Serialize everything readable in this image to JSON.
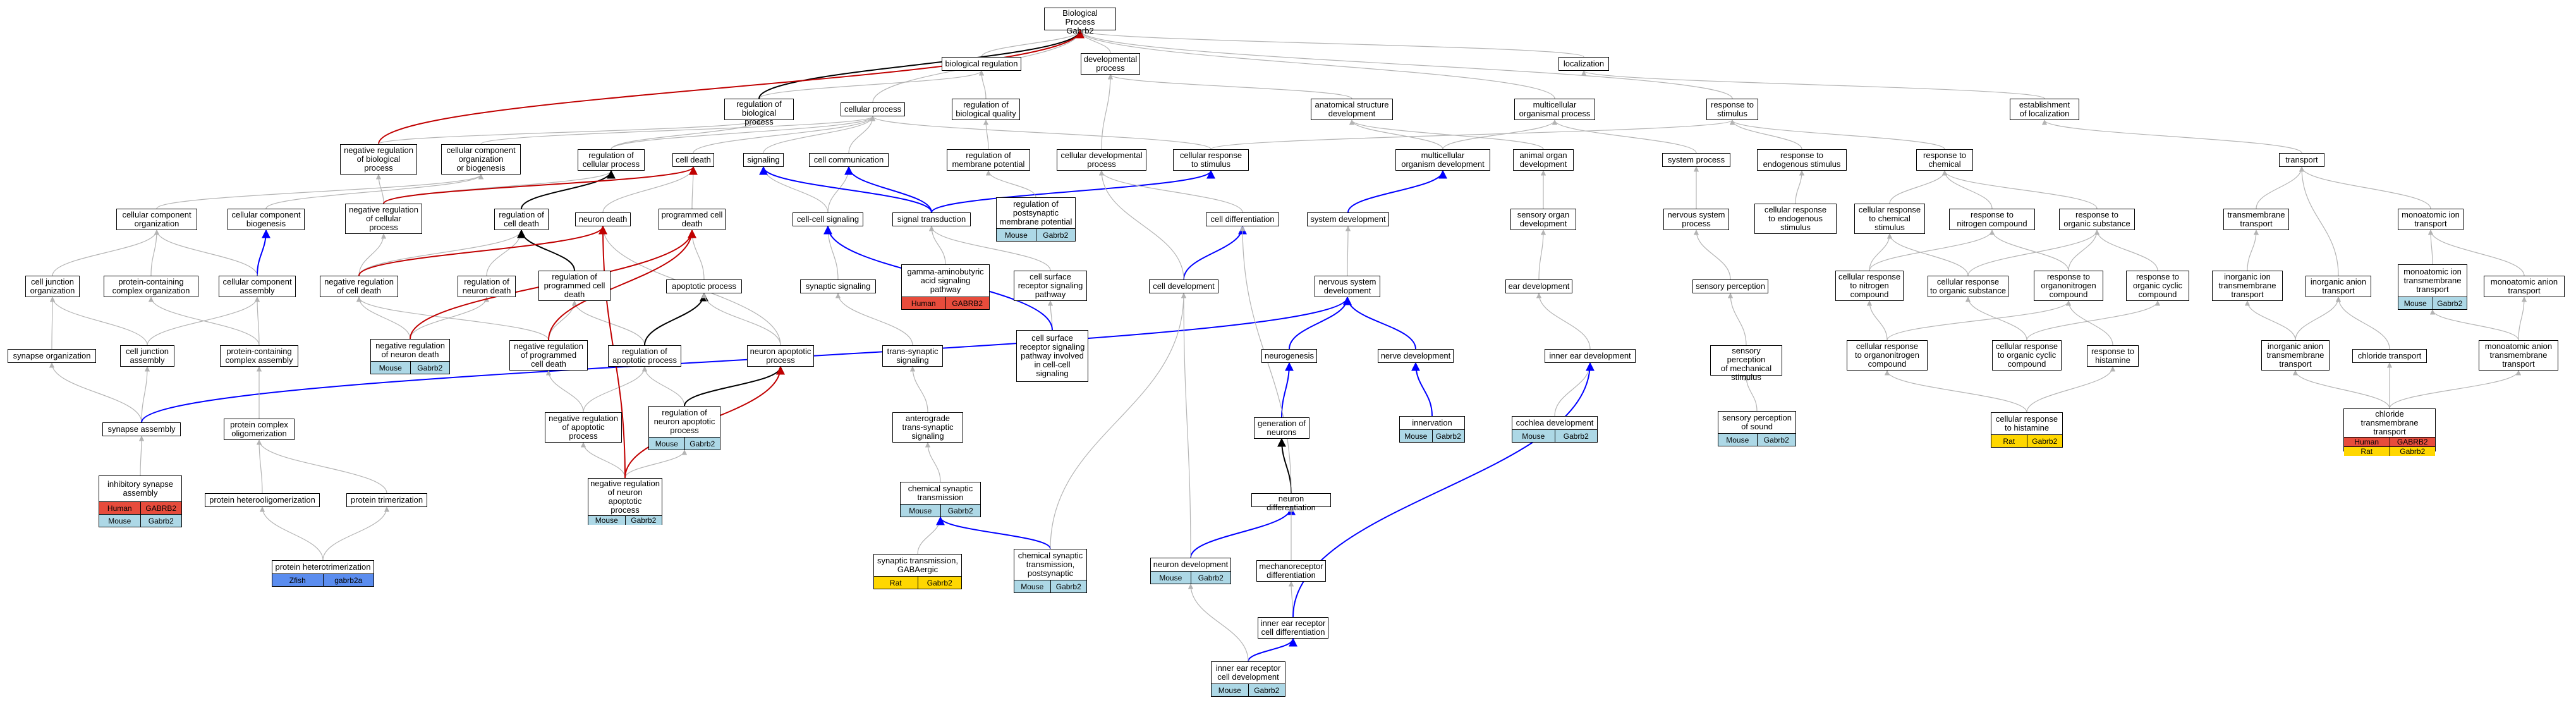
{
  "colors": {
    "grey_edge": "#b4b4b4",
    "blue_edge": "#0000ff",
    "red_edge": "#c00000",
    "black_edge": "#000000",
    "mouse": "#add8e6",
    "human": "#e74c3c",
    "rat": "#ffd700",
    "zfish": "#5b8def"
  },
  "nodes": [
    {
      "id": "bp",
      "label": "Biological Process\nGabrb2"
    },
    {
      "id": "breg",
      "label": "biological regulation"
    },
    {
      "id": "devp",
      "label": "developmental\nprocess"
    },
    {
      "id": "loc",
      "label": "localization"
    },
    {
      "id": "regbp",
      "label": "regulation of\nbiological process"
    },
    {
      "id": "cellp",
      "label": "cellular process"
    },
    {
      "id": "regbq",
      "label": "regulation of\nbiological quality"
    },
    {
      "id": "ased",
      "label": "anatomical structure\ndevelopment"
    },
    {
      "id": "multi",
      "label": "multicellular\norganismal process"
    },
    {
      "id": "rstim",
      "label": "response to\nstimulus"
    },
    {
      "id": "estloc",
      "label": "establishment\nof localization"
    },
    {
      "id": "negregbp",
      "label": "negative regulation\nof biological\nprocess"
    },
    {
      "id": "ccorg",
      "label": "cellular component\norganization\nor biogenesis"
    },
    {
      "id": "regcp",
      "label": "regulation of\ncellular process"
    },
    {
      "id": "celldeath",
      "label": "cell death"
    },
    {
      "id": "signaling",
      "label": "signaling"
    },
    {
      "id": "cellcomm",
      "label": "cell communication"
    },
    {
      "id": "regmp",
      "label": "regulation of\nmembrane potential"
    },
    {
      "id": "celldevp",
      "label": "cellular developmental\nprocess"
    },
    {
      "id": "crstim",
      "label": "cellular response\nto stimulus"
    },
    {
      "id": "mod",
      "label": "multicellular\norganism development"
    },
    {
      "id": "aod",
      "label": "animal organ\ndevelopment"
    },
    {
      "id": "sysp",
      "label": "system process"
    },
    {
      "id": "rendo",
      "label": "response to\nendogenous stimulus"
    },
    {
      "id": "rchem",
      "label": "response to\nchemical"
    },
    {
      "id": "transport",
      "label": "transport"
    },
    {
      "id": "ccorg2",
      "label": "cellular component\norganization"
    },
    {
      "id": "ccbio",
      "label": "cellular component\nbiogenesis"
    },
    {
      "id": "negregcp",
      "label": "negative regulation\nof cellular\nprocess"
    },
    {
      "id": "regcd",
      "label": "regulation of\ncell death"
    },
    {
      "id": "neurondeath",
      "label": "neuron death"
    },
    {
      "id": "pcd",
      "label": "programmed cell\ndeath"
    },
    {
      "id": "ccsig",
      "label": "cell-cell signaling"
    },
    {
      "id": "sigtrans",
      "label": "signal transduction"
    },
    {
      "id": "regpostsyn",
      "label": "regulation of\npostsynaptic\nmembrane potential",
      "ann": [
        [
          "Mouse",
          "Gabrb2",
          "mouse"
        ]
      ]
    },
    {
      "id": "celldiff",
      "label": "cell differentiation"
    },
    {
      "id": "sysdev",
      "label": "system development"
    },
    {
      "id": "sod",
      "label": "sensory organ\ndevelopment"
    },
    {
      "id": "nsp",
      "label": "nervous system\nprocess"
    },
    {
      "id": "cresendo",
      "label": "cellular response\nto endogenous\nstimulus"
    },
    {
      "id": "crchem",
      "label": "cellular response\nto chemical\nstimulus"
    },
    {
      "id": "rnitro",
      "label": "response to\nnitrogen compound"
    },
    {
      "id": "rorgsub",
      "label": "response to\norganic substance"
    },
    {
      "id": "tmt",
      "label": "transmembrane\ntransport"
    },
    {
      "id": "monoion",
      "label": "monoatomic ion\ntransport"
    },
    {
      "id": "cjorg",
      "label": "cell junction\norganization"
    },
    {
      "id": "pcco",
      "label": "protein-containing\ncomplex organization"
    },
    {
      "id": "ccasm",
      "label": "cellular component\nassembly"
    },
    {
      "id": "negregcd",
      "label": "negative regulation\nof cell death"
    },
    {
      "id": "regnd",
      "label": "regulation of\nneuron death"
    },
    {
      "id": "regpcd",
      "label": "regulation of\nprogrammed cell\ndeath"
    },
    {
      "id": "apop",
      "label": "apoptotic process"
    },
    {
      "id": "gaba",
      "label": "gamma-aminobutyric\nacid signaling\npathway",
      "ann": [
        [
          "Human",
          "GABRB2",
          "human"
        ]
      ]
    },
    {
      "id": "synsig",
      "label": "synaptic signaling"
    },
    {
      "id": "csrsp",
      "label": "cell surface\nreceptor signaling\npathway"
    },
    {
      "id": "celldev",
      "label": "cell development"
    },
    {
      "id": "nsd",
      "label": "nervous system\ndevelopment"
    },
    {
      "id": "eard",
      "label": "ear development"
    },
    {
      "id": "sensp",
      "label": "sensory perception"
    },
    {
      "id": "crnitro",
      "label": "cellular response\nto nitrogen\ncompound"
    },
    {
      "id": "crorgsub",
      "label": "cellular response\nto organic substance"
    },
    {
      "id": "rorgnitro",
      "label": "response to\norganonitrogen\ncompound"
    },
    {
      "id": "rorgcyc",
      "label": "response to\norganic cyclic\ncompound"
    },
    {
      "id": "inorgion",
      "label": "inorganic ion\ntransmembrane\ntransport"
    },
    {
      "id": "inorganion",
      "label": "inorganic anion\ntransport"
    },
    {
      "id": "monoiontt",
      "label": "monoatomic ion\ntransmembrane\ntransport",
      "ann": [
        [
          "Mouse",
          "Gabrb2",
          "mouse"
        ]
      ]
    },
    {
      "id": "monoanion",
      "label": "monoatomic anion\ntransport"
    },
    {
      "id": "synorg",
      "label": "synapse organization"
    },
    {
      "id": "cjasm",
      "label": "cell junction\nassembly"
    },
    {
      "id": "pccasm",
      "label": "protein-containing\ncomplex assembly"
    },
    {
      "id": "negregnd",
      "label": "negative regulation\nof neuron death",
      "ann": [
        [
          "Mouse",
          "Gabrb2",
          "mouse"
        ]
      ]
    },
    {
      "id": "negregpcd",
      "label": "negative regulation\nof programmed\ncell death"
    },
    {
      "id": "regapop",
      "label": "regulation of\napoptotic process"
    },
    {
      "id": "neuronapop",
      "label": "neuron apoptotic\nprocess"
    },
    {
      "id": "transsyn",
      "label": "trans-synaptic\nsignaling"
    },
    {
      "id": "csrsp2",
      "label": "cell surface\nreceptor signaling\npathway involved\nin cell-cell\nsignaling"
    },
    {
      "id": "neurogen",
      "label": "neurogenesis"
    },
    {
      "id": "nervedev",
      "label": "nerve development"
    },
    {
      "id": "ieard",
      "label": "inner ear development"
    },
    {
      "id": "crorgnitro",
      "label": "cellular response\nto organonitrogen\ncompound"
    },
    {
      "id": "crorgcyc",
      "label": "cellular response\nto organic cyclic\ncompound"
    },
    {
      "id": "rhist",
      "label": "response to\nhistamine"
    },
    {
      "id": "inorganiontt",
      "label": "inorganic anion\ntransmembrane\ntransport"
    },
    {
      "id": "chltr",
      "label": "chloride transport"
    },
    {
      "id": "monoaniontt",
      "label": "monoatomic anion\ntransmembrane\ntransport"
    },
    {
      "id": "synasm",
      "label": "synapse assembly"
    },
    {
      "id": "pco",
      "label": "protein complex\noligomerization"
    },
    {
      "id": "negregapop",
      "label": "negative regulation\nof apoptotic\nprocess"
    },
    {
      "id": "regnapop",
      "label": "regulation of\nneuron apoptotic\nprocess",
      "ann": [
        [
          "Mouse",
          "Gabrb2",
          "mouse"
        ]
      ]
    },
    {
      "id": "antero",
      "label": "anterograde\ntrans-synaptic\nsignaling"
    },
    {
      "id": "genneur",
      "label": "generation of\nneurons"
    },
    {
      "id": "innerv",
      "label": "innervation",
      "ann": [
        [
          "Mouse",
          "Gabrb2",
          "mouse"
        ]
      ]
    },
    {
      "id": "cochlea",
      "label": "cochlea development",
      "ann": [
        [
          "Mouse",
          "Gabrb2",
          "mouse"
        ]
      ]
    },
    {
      "id": "spsound",
      "label": "sensory perception\nof mechanical\nstimulus"
    },
    {
      "id": "crhist",
      "label": "cellular response\nto histamine",
      "ann": [
        [
          "Rat",
          "Gabrb2",
          "rat"
        ]
      ]
    },
    {
      "id": "chltt",
      "label": "chloride transmembrane\ntransport",
      "ann": [
        [
          "Human",
          "GABRB2",
          "human"
        ],
        [
          "Rat",
          "Gabrb2",
          "rat"
        ]
      ]
    },
    {
      "id": "inhsyn",
      "label": "inhibitory synapse\nassembly",
      "ann": [
        [
          "Human",
          "GABRB2",
          "human"
        ],
        [
          "Mouse",
          "Gabrb2",
          "mouse"
        ]
      ]
    },
    {
      "id": "phetero",
      "label": "protein heterooligomerization"
    },
    {
      "id": "ptrimer",
      "label": "protein trimerization"
    },
    {
      "id": "negregnapop",
      "label": "negative regulation\nof neuron apoptotic\nprocess",
      "ann": [
        [
          "Mouse",
          "Gabrb2",
          "mouse"
        ]
      ]
    },
    {
      "id": "chemsyn",
      "label": "chemical synaptic\ntransmission",
      "ann": [
        [
          "Mouse",
          "Gabrb2",
          "mouse"
        ]
      ]
    },
    {
      "id": "neurdiff",
      "label": "neuron differentiation"
    },
    {
      "id": "spsound2",
      "label": "sensory perception\nof sound",
      "ann": [
        [
          "Mouse",
          "Gabrb2",
          "mouse"
        ]
      ]
    },
    {
      "id": "synGABA",
      "label": "synaptic transmission,\nGABAergic",
      "ann": [
        [
          "Rat",
          "Gabrb2",
          "rat"
        ]
      ]
    },
    {
      "id": "chempost",
      "label": "chemical synaptic\ntransmission,\npostsynaptic",
      "ann": [
        [
          "Mouse",
          "Gabrb2",
          "mouse"
        ]
      ]
    },
    {
      "id": "neurdev",
      "label": "neuron development",
      "ann": [
        [
          "Mouse",
          "Gabrb2",
          "mouse"
        ]
      ]
    },
    {
      "id": "mechdiff",
      "label": "mechanoreceptor\ndifferentiation"
    },
    {
      "id": "phtrimer",
      "label": "protein heterotrimerization",
      "ann": [
        [
          "Zfish",
          "gabrb2a",
          "zfish"
        ]
      ]
    },
    {
      "id": "iehair",
      "label": "inner ear receptor\ncell differentiation"
    },
    {
      "id": "iehairdev",
      "label": "inner ear receptor\ncell development",
      "ann": [
        [
          "Mouse",
          "Gabrb2",
          "mouse"
        ]
      ]
    }
  ],
  "edges": [
    [
      "breg",
      "bp",
      "g"
    ],
    [
      "devp",
      "bp",
      "g"
    ],
    [
      "loc",
      "bp",
      "g"
    ],
    [
      "cellp",
      "bp",
      "g"
    ],
    [
      "multi",
      "bp",
      "g"
    ],
    [
      "rstim",
      "bp",
      "g"
    ],
    [
      "regbp",
      "breg",
      "g"
    ],
    [
      "regbq",
      "breg",
      "g"
    ],
    [
      "regbp",
      "bp",
      "k"
    ],
    [
      "negregbp",
      "bp",
      "r"
    ],
    [
      "ased",
      "devp",
      "g"
    ],
    [
      "estloc",
      "loc",
      "g"
    ],
    [
      "celldevp",
      "devp",
      "g"
    ],
    [
      "negregbp",
      "regbp",
      "g"
    ],
    [
      "regcp",
      "regbp",
      "g"
    ],
    [
      "regcp",
      "cellp",
      "g"
    ],
    [
      "ccorg",
      "cellp",
      "g"
    ],
    [
      "celldeath",
      "cellp",
      "g"
    ],
    [
      "signaling",
      "cellp",
      "g"
    ],
    [
      "cellcomm",
      "cellp",
      "g"
    ],
    [
      "regmp",
      "regbq",
      "g"
    ],
    [
      "crstim",
      "cellp",
      "g"
    ],
    [
      "crstim",
      "rstim",
      "g"
    ],
    [
      "mod",
      "multi",
      "g"
    ],
    [
      "mod",
      "ased",
      "g"
    ],
    [
      "aod",
      "ased",
      "g"
    ],
    [
      "sysp",
      "multi",
      "g"
    ],
    [
      "rendo",
      "rstim",
      "g"
    ],
    [
      "rchem",
      "rstim",
      "g"
    ],
    [
      "transport",
      "estloc",
      "g"
    ],
    [
      "ccorg2",
      "ccorg",
      "g"
    ],
    [
      "ccbio",
      "ccorg",
      "g"
    ],
    [
      "negregcp",
      "negregbp",
      "g"
    ],
    [
      "negregcp",
      "regcp",
      "g"
    ],
    [
      "regcd",
      "regcp",
      "k"
    ],
    [
      "neurondeath",
      "celldeath",
      "g"
    ],
    [
      "pcd",
      "celldeath",
      "g"
    ],
    [
      "ccsig",
      "cellcomm",
      "g"
    ],
    [
      "ccsig",
      "signaling",
      "g"
    ],
    [
      "sigtrans",
      "signaling",
      "b"
    ],
    [
      "sigtrans",
      "cellcomm",
      "b"
    ],
    [
      "sigtrans",
      "crstim",
      "b"
    ],
    [
      "regpostsyn",
      "regmp",
      "g"
    ],
    [
      "celldiff",
      "celldevp",
      "g"
    ],
    [
      "sysdev",
      "mod",
      "b"
    ],
    [
      "sod",
      "aod",
      "g"
    ],
    [
      "nsp",
      "sysp",
      "g"
    ],
    [
      "cresendo",
      "rendo",
      "g"
    ],
    [
      "crchem",
      "rchem",
      "g"
    ],
    [
      "rnitro",
      "rchem",
      "g"
    ],
    [
      "rorgsub",
      "rchem",
      "g"
    ],
    [
      "tmt",
      "transport",
      "g"
    ],
    [
      "monoion",
      "transport",
      "g"
    ],
    [
      "cjorg",
      "ccorg2",
      "g"
    ],
    [
      "pcco",
      "ccorg2",
      "g"
    ],
    [
      "ccasm",
      "ccbio",
      "b"
    ],
    [
      "ccasm",
      "ccorg2",
      "g"
    ],
    [
      "negregcd",
      "negregcp",
      "g"
    ],
    [
      "negregcd",
      "regcd",
      "g"
    ],
    [
      "regnd",
      "regcd",
      "g"
    ],
    [
      "regpcd",
      "regcd",
      "k"
    ],
    [
      "apop",
      "pcd",
      "g"
    ],
    [
      "gaba",
      "sigtrans",
      "g"
    ],
    [
      "synsig",
      "ccsig",
      "g"
    ],
    [
      "csrsp",
      "sigtrans",
      "g"
    ],
    [
      "celldev",
      "celldiff",
      "b"
    ],
    [
      "celldev",
      "celldevp",
      "g"
    ],
    [
      "nsd",
      "sysdev",
      "g"
    ],
    [
      "eard",
      "sod",
      "g"
    ],
    [
      "sensp",
      "nsp",
      "g"
    ],
    [
      "crnitro",
      "rnitro",
      "g"
    ],
    [
      "crnitro",
      "crchem",
      "g"
    ],
    [
      "crorgsub",
      "rorgsub",
      "g"
    ],
    [
      "crorgsub",
      "crchem",
      "g"
    ],
    [
      "rorgnitro",
      "rnitro",
      "g"
    ],
    [
      "rorgnitro",
      "rorgsub",
      "g"
    ],
    [
      "rorgcyc",
      "rorgsub",
      "g"
    ],
    [
      "inorgion",
      "tmt",
      "g"
    ],
    [
      "inorganion",
      "transport",
      "g"
    ],
    [
      "monoiontt",
      "monoion",
      "g"
    ],
    [
      "monoanion",
      "monoion",
      "g"
    ],
    [
      "synorg",
      "cjorg",
      "g"
    ],
    [
      "cjasm",
      "cjorg",
      "g"
    ],
    [
      "cjasm",
      "ccasm",
      "g"
    ],
    [
      "pccasm",
      "pcco",
      "g"
    ],
    [
      "pccasm",
      "ccasm",
      "g"
    ],
    [
      "negregnd",
      "negregcd",
      "g"
    ],
    [
      "negregnd",
      "regnd",
      "g"
    ],
    [
      "negregpcd",
      "regpcd",
      "g"
    ],
    [
      "negregpcd",
      "negregcd",
      "g"
    ],
    [
      "regapop",
      "regpcd",
      "g"
    ],
    [
      "regapop",
      "apop",
      "k"
    ],
    [
      "neuronapop",
      "apop",
      "g"
    ],
    [
      "neuronapop",
      "neurondeath",
      "g"
    ],
    [
      "transsyn",
      "synsig",
      "g"
    ],
    [
      "csrsp2",
      "csrsp",
      "g"
    ],
    [
      "csrsp2",
      "ccsig",
      "b"
    ],
    [
      "neurogen",
      "nsd",
      "b"
    ],
    [
      "nervedev",
      "nsd",
      "b"
    ],
    [
      "ieard",
      "eard",
      "g"
    ],
    [
      "crorgnitro",
      "rorgnitro",
      "g"
    ],
    [
      "crorgnitro",
      "crnitro",
      "g"
    ],
    [
      "crorgcyc",
      "rorgcyc",
      "g"
    ],
    [
      "crorgcyc",
      "crorgsub",
      "g"
    ],
    [
      "rhist",
      "rorgnitro",
      "g"
    ],
    [
      "inorganiontt",
      "inorgion",
      "g"
    ],
    [
      "inorganiontt",
      "inorganion",
      "g"
    ],
    [
      "chltr",
      "inorganion",
      "g"
    ],
    [
      "monoaniontt",
      "monoanion",
      "g"
    ],
    [
      "monoaniontt",
      "monoiontt",
      "g"
    ],
    [
      "synasm",
      "synorg",
      "g"
    ],
    [
      "synasm",
      "cjasm",
      "g"
    ],
    [
      "synasm",
      "nsd",
      "b"
    ],
    [
      "pco",
      "pccasm",
      "g"
    ],
    [
      "negregapop",
      "regapop",
      "g"
    ],
    [
      "negregapop",
      "negregpcd",
      "g"
    ],
    [
      "regnapop",
      "regapop",
      "g"
    ],
    [
      "regnapop",
      "neuronapop",
      "k"
    ],
    [
      "antero",
      "transsyn",
      "g"
    ],
    [
      "genneur",
      "neurogen",
      "b"
    ],
    [
      "innerv",
      "nervedev",
      "b"
    ],
    [
      "cochlea",
      "ieard",
      "g"
    ],
    [
      "spsound",
      "sensp",
      "g"
    ],
    [
      "crhist",
      "rhist",
      "g"
    ],
    [
      "crhist",
      "crorgnitro",
      "g"
    ],
    [
      "chltt",
      "chltr",
      "g"
    ],
    [
      "chltt",
      "inorganiontt",
      "g"
    ],
    [
      "chltt",
      "monoaniontt",
      "g"
    ],
    [
      "inhsyn",
      "synasm",
      "g"
    ],
    [
      "phetero",
      "pco",
      "g"
    ],
    [
      "ptrimer",
      "pco",
      "g"
    ],
    [
      "negregnapop",
      "regnapop",
      "g"
    ],
    [
      "negregnapop",
      "negregapop",
      "g"
    ],
    [
      "negregnapop",
      "neurondeath",
      "r"
    ],
    [
      "negregnapop",
      "neuronapop",
      "r"
    ],
    [
      "chemsyn",
      "antero",
      "g"
    ],
    [
      "neurdiff",
      "genneur",
      "k"
    ],
    [
      "neurdiff",
      "celldiff",
      "g"
    ],
    [
      "spsound2",
      "spsound",
      "g"
    ],
    [
      "synGABA",
      "chemsyn",
      "g"
    ],
    [
      "chempost",
      "chemsyn",
      "b"
    ],
    [
      "chempost",
      "celldev",
      "g"
    ],
    [
      "neurdev",
      "neurdiff",
      "b"
    ],
    [
      "neurdev",
      "celldev",
      "g"
    ],
    [
      "mechdiff",
      "neurdiff",
      "g"
    ],
    [
      "phtrimer",
      "phetero",
      "g"
    ],
    [
      "phtrimer",
      "ptrimer",
      "g"
    ],
    [
      "iehair",
      "mechdiff",
      "g"
    ],
    [
      "iehair",
      "ieard",
      "b"
    ],
    [
      "iehairdev",
      "iehair",
      "b"
    ],
    [
      "iehairdev",
      "neurdev",
      "g"
    ],
    [
      "negregcp",
      "celldeath",
      "r"
    ],
    [
      "negregcd",
      "neurondeath",
      "r"
    ],
    [
      "negregpcd",
      "pcd",
      "r"
    ],
    [
      "negregnd",
      "pcd",
      "r"
    ]
  ]
}
